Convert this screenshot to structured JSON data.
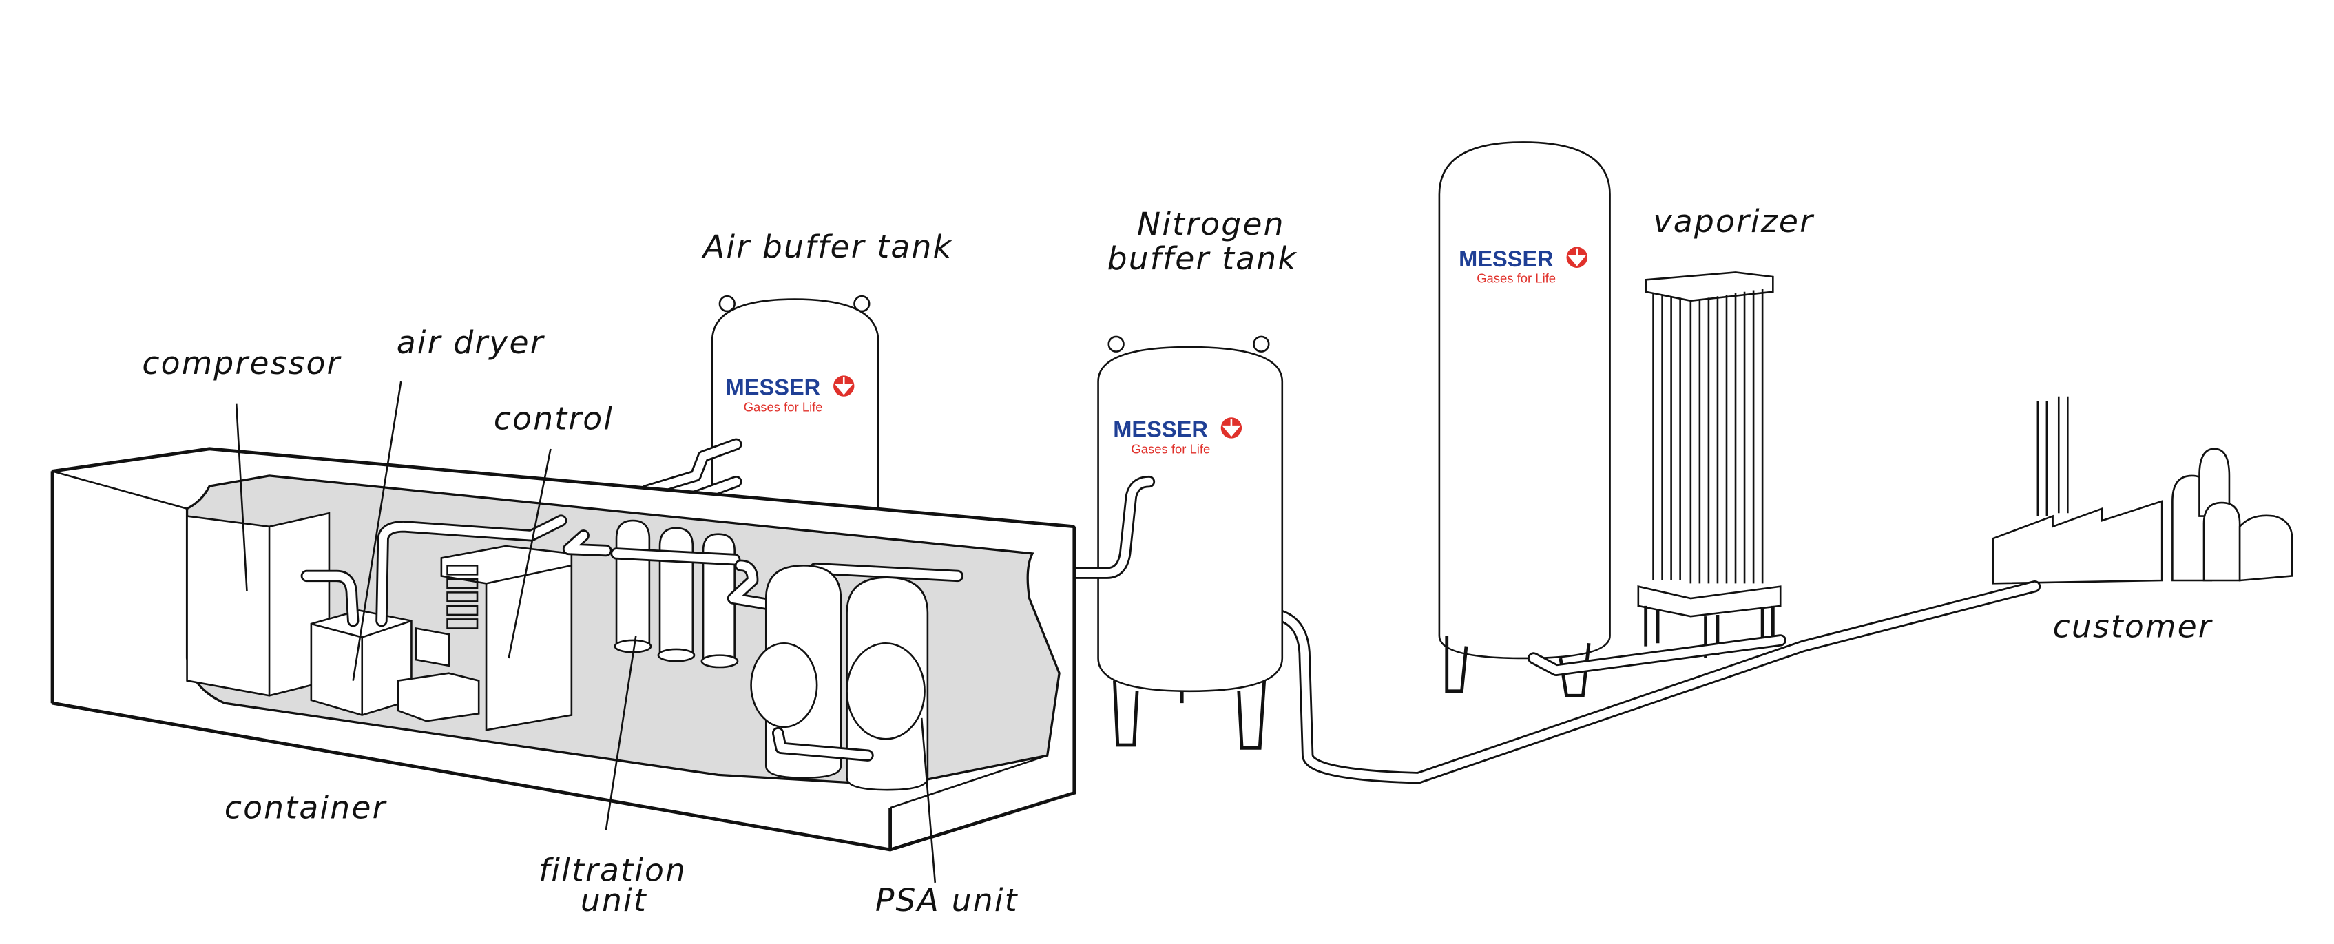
{
  "labels": {
    "air_buffer_tank": "Air buffer tank",
    "nitrogen_line1": "Nitrogen",
    "nitrogen_line2": "buffer tank",
    "vaporizer": "vaporizer",
    "compressor": "compressor",
    "air_dryer": "air dryer",
    "control": "control",
    "container": "container",
    "filtration_line1": "filtration",
    "filtration_line2": "unit",
    "psa_unit": "PSA unit",
    "customer": "customer"
  },
  "logo": {
    "brand": "MESSER",
    "tagline": "Gases for Life",
    "brand_color": "#1f3f95",
    "accent_color": "#e0312b"
  },
  "colors": {
    "interior": "#dcdcdc",
    "line": "#111111"
  }
}
